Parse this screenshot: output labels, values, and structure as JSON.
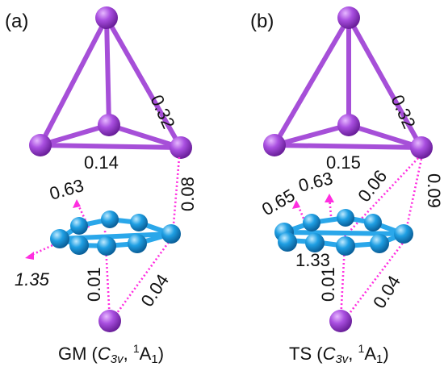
{
  "colors": {
    "tetra": "#9a3fc8",
    "tetra_bond": "#a64fd8",
    "ring": "#1e9fe0",
    "ring_bond": "#2aa7ea",
    "interaction": "#ff2ee0"
  },
  "panels": [
    {
      "tag": "(a)",
      "caption": {
        "prefix": "GM (",
        "sym": "C",
        "sub": "3v",
        "mid": ", ",
        "sup": "1",
        "state": "A",
        "state_sub": "1",
        "suffix": ")"
      },
      "labels": {
        "edge_top": "0.32",
        "edge_base": "0.14",
        "tet_ring": "0.08",
        "ring_top": "0.63",
        "ring_side": "1.35",
        "center": "0.01",
        "diag": "0.04"
      }
    },
    {
      "tag": "(b)",
      "caption": {
        "prefix": "TS (",
        "sym": "C",
        "sub": "3v",
        "mid": ", ",
        "sup": "1",
        "state": "A",
        "state_sub": "1",
        "suffix": ")"
      },
      "labels": {
        "edge_top": "0.32",
        "edge_base": "0.15",
        "ring_top_a": "0.65",
        "ring_top_b": "0.63",
        "cross": "0.06",
        "tet_ring": "0.09",
        "ring_center": "1.33",
        "center": "0.01",
        "diag": "0.04"
      }
    }
  ]
}
